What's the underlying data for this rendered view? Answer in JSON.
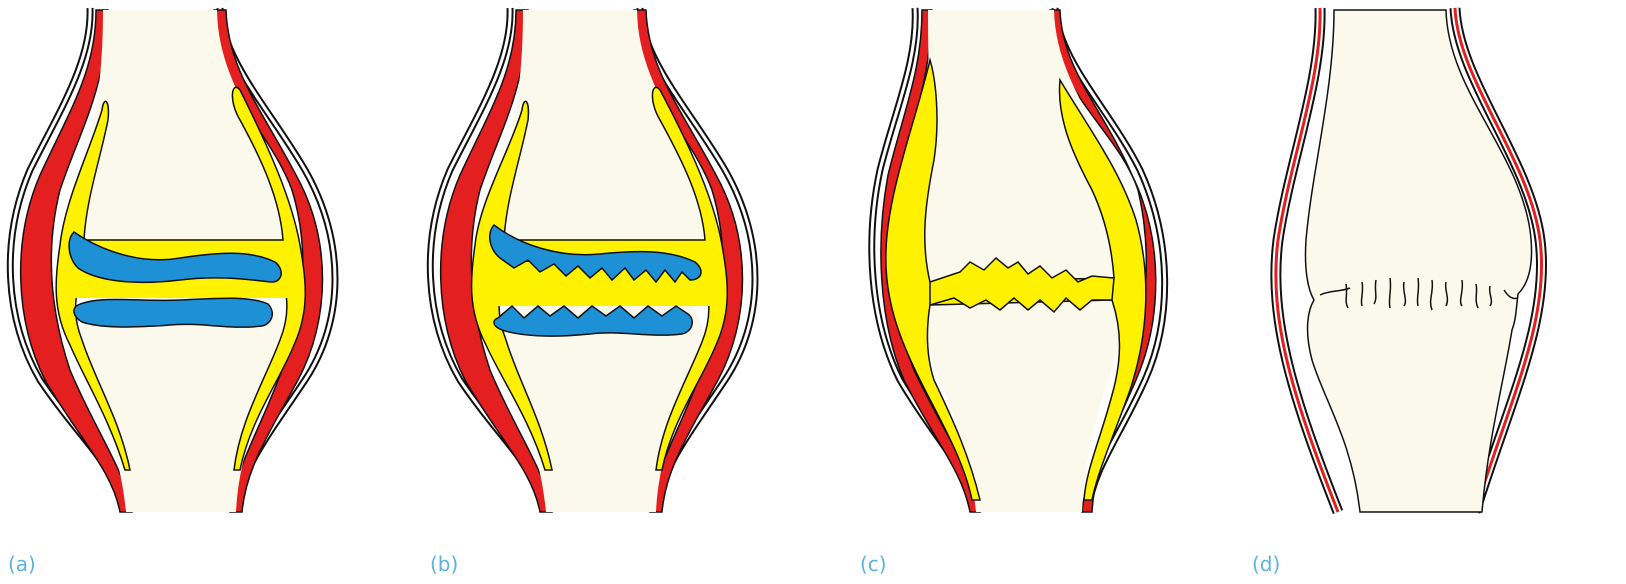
{
  "colors": {
    "bone": "#FBF8EC",
    "synovium_red": "#E31F1F",
    "pannus_yellow": "#FFF200",
    "cartilage_blue": "#1E90D6",
    "outline": "#111111",
    "label": "#5BB4DC"
  },
  "panels": [
    {
      "label": "(a)",
      "stage": "normal"
    },
    {
      "label": "(b)",
      "stage": "cartilage-erosion"
    },
    {
      "label": "(c)",
      "stage": "cartilage-loss"
    },
    {
      "label": "(d)",
      "stage": "bony-fusion"
    }
  ]
}
